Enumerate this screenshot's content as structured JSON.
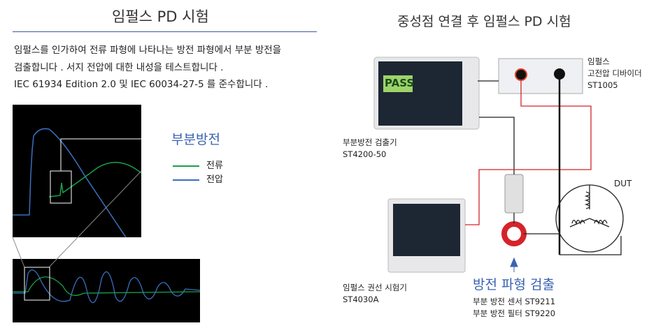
{
  "left": {
    "title": "임펄스 PD 시험",
    "description": [
      "임펄스를 인가하여 전류 파형에 나타나는 방전 파형에서 부분 방전을",
      "검출합니다 . 서지 전압에 대한 내성을 테스트합니다 .",
      "IEC 61934 Edition 2.0 및 IEC 60034-27-5 를 준수합니다 ."
    ],
    "callout": "부분방전",
    "legend": [
      {
        "label": "전류",
        "color": "#1aa04a"
      },
      {
        "label": "전압",
        "color": "#3a6fc0"
      }
    ]
  },
  "right": {
    "title": "중성점 연결 후 임펄스 PD 시험",
    "detector": {
      "name": "부분방전 검출기",
      "model": "ST4200-50",
      "screen_text": "PASS"
    },
    "divider": {
      "name1": "임펄스",
      "name2": "고전압 디바이더",
      "model": "ST1005"
    },
    "tester": {
      "name": "임펄스 권선 시험기",
      "model": "ST4030A"
    },
    "dut": "DUT",
    "detection": "방전 파형 검출",
    "sensor": "부분 방전 센서 ST9211",
    "filter": "부분 방전 필터 ST9220"
  }
}
